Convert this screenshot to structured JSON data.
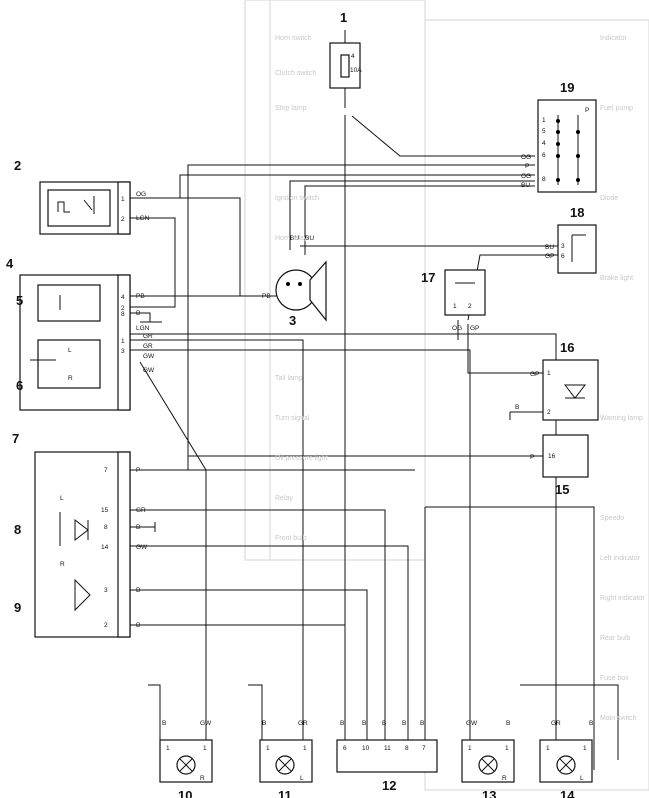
{
  "components": {
    "c1": {
      "id": "1",
      "fuse_pin": "4",
      "fuse_rating": "10A"
    },
    "c2": {
      "id": "2",
      "pins": [
        "1",
        "2"
      ]
    },
    "c3": {
      "id": "3"
    },
    "c4": {
      "id": "4",
      "pins": [
        "4",
        "8",
        "2",
        "1",
        "3"
      ],
      "L": "L",
      "R": "R"
    },
    "c5": {
      "id": "5"
    },
    "c6": {
      "id": "6"
    },
    "c7": {
      "id": "7",
      "pins": [
        "7",
        "15",
        "8",
        "14",
        "3",
        "2"
      ],
      "L": "L",
      "R": "R"
    },
    "c8": {
      "id": "8"
    },
    "c9": {
      "id": "9"
    },
    "c10": {
      "id": "10",
      "pins": [
        "1",
        "1"
      ],
      "side": "R"
    },
    "c11": {
      "id": "11",
      "pins": [
        "1",
        "1"
      ],
      "side": "L"
    },
    "c12": {
      "id": "12",
      "pins": [
        "6",
        "10",
        "11",
        "8",
        "7"
      ]
    },
    "c13": {
      "id": "13",
      "pins": [
        "1",
        "1"
      ],
      "side": "R"
    },
    "c14": {
      "id": "14",
      "pins": [
        "1",
        "1"
      ],
      "side": "L"
    },
    "c15": {
      "id": "15",
      "pin": "16"
    },
    "c16": {
      "id": "16",
      "pins": [
        "1",
        "2"
      ]
    },
    "c17": {
      "id": "17",
      "pins": [
        "1",
        "2"
      ]
    },
    "c18": {
      "id": "18",
      "pins": [
        "3",
        "6"
      ]
    },
    "c19": {
      "id": "19",
      "pins": [
        "1",
        "5",
        "4",
        "6",
        "8"
      ],
      "header": "P"
    }
  },
  "wire_colors": {
    "OG": "OG",
    "P": "P",
    "BU": "BU",
    "LGN": "LGN",
    "PB": "PB",
    "B": "B",
    "GR": "GR",
    "GW": "GW",
    "GP": "GP"
  },
  "faint_list": [
    "Horn switch",
    "Indicator",
    "Clutch switch",
    "Stop lamp",
    "Fuel pump",
    "Ignition switch",
    "Diode",
    "Horn relay",
    "Brake light",
    "Tail lamp",
    "Warning lamp",
    "Turn signal",
    "Speedo",
    "Relay",
    "Left indicator",
    "Right indicator",
    "Front bulb",
    "Rear bulb",
    "Oil pressure light",
    "Fuse box",
    "Main switch"
  ]
}
